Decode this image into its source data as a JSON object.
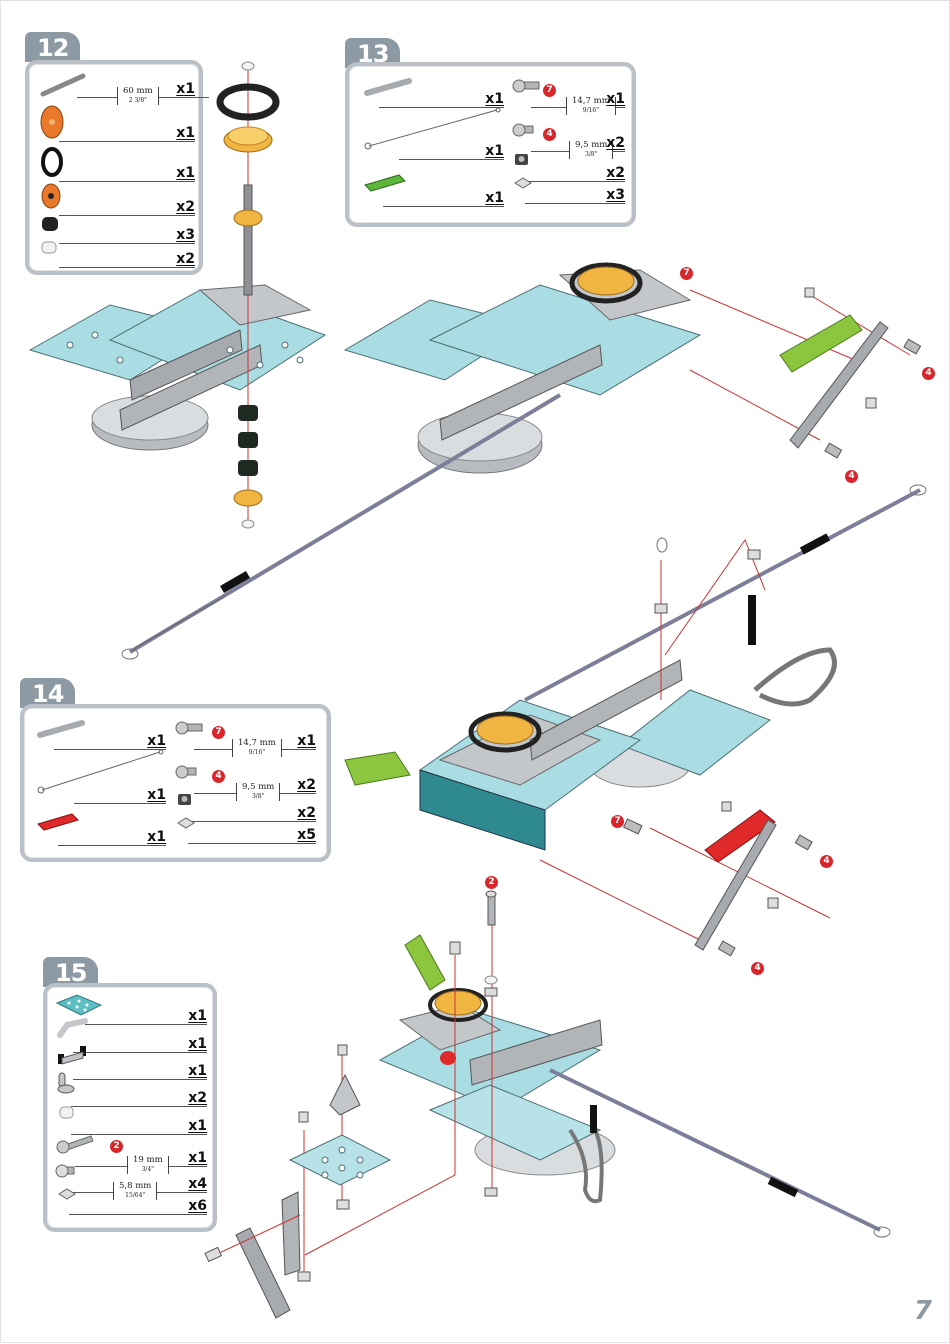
{
  "page_number": "7",
  "colors": {
    "badge": "#8d9aa4",
    "box_border": "#b9c0c6",
    "callout": "#d8262b",
    "plate_blue": "#a9dde3",
    "plate_teal": "#2f8a8f",
    "metal": "#a7abaf",
    "pulley": "#f0b641",
    "green_part": "#8cc63f",
    "red_part": "#e02a2a",
    "guide_line": "#cc3333"
  },
  "steps": [
    {
      "number": "12",
      "parts": [
        {
          "icon": "axle-rod-icon",
          "dimension": "60 mm",
          "dimension_imperial": "2 3/8\"",
          "qty": "x1"
        },
        {
          "icon": "large-pulley-icon",
          "qty": "x1"
        },
        {
          "icon": "rubber-tyre-ring-icon",
          "qty": "x1"
        },
        {
          "icon": "small-pulley-icon",
          "qty": "x2"
        },
        {
          "icon": "black-spacer-icon",
          "qty": "x3"
        },
        {
          "icon": "white-collar-icon",
          "qty": "x2"
        }
      ]
    },
    {
      "number": "13",
      "parts_left": [
        {
          "icon": "flat-strip-icon",
          "qty": "x1"
        },
        {
          "icon": "cable-icon",
          "qty": "x1"
        },
        {
          "icon": "green-connector-icon",
          "qty": "x1"
        }
      ],
      "parts_right": [
        {
          "icon": "bolt-icon",
          "callout": "7",
          "dimension": "14,7 mm",
          "dimension_imperial": "9/16\"",
          "qty": "x1"
        },
        {
          "icon": "bolt-icon",
          "callout": "4",
          "dimension": "9,5 mm",
          "dimension_imperial": "3/8\"",
          "qty": "x2"
        },
        {
          "icon": "lock-nut-icon",
          "qty": "x2"
        },
        {
          "icon": "square-nut-icon",
          "qty": "x3"
        }
      ]
    },
    {
      "number": "14",
      "parts_left": [
        {
          "icon": "flat-strip-icon",
          "qty": "x1"
        },
        {
          "icon": "cable-icon",
          "qty": "x1"
        },
        {
          "icon": "red-connector-icon",
          "qty": "x1"
        }
      ],
      "parts_right": [
        {
          "icon": "bolt-icon",
          "callout": "7",
          "dimension": "14,7 mm",
          "dimension_imperial": "9/16\"",
          "qty": "x1"
        },
        {
          "icon": "bolt-icon",
          "callout": "4",
          "dimension": "9,5 mm",
          "dimension_imperial": "3/8\"",
          "qty": "x2"
        },
        {
          "icon": "lock-nut-icon",
          "qty": "x2"
        },
        {
          "icon": "square-nut-icon",
          "qty": "x5"
        }
      ]
    },
    {
      "number": "15",
      "parts": [
        {
          "icon": "square-plate-icon",
          "qty": "x1"
        },
        {
          "icon": "angled-strip-icon",
          "qty": "x1"
        },
        {
          "icon": "double-bracket-icon",
          "qty": "x1"
        },
        {
          "icon": "angle-bracket-icon",
          "qty": "x2"
        },
        {
          "icon": "white-collar-icon",
          "qty": "x1"
        },
        {
          "icon": "long-bolt-icon",
          "callout": "2",
          "dimension": "19 mm",
          "dimension_imperial": "3/4\"",
          "qty": "x1"
        },
        {
          "icon": "short-bolt-icon",
          "dimension": "5,8 mm",
          "dimension_imperial": "15/64\"",
          "qty": "x4"
        },
        {
          "icon": "square-nut-icon",
          "qty": "x6"
        }
      ]
    }
  ],
  "illustration_callouts": {
    "step13": [
      "7",
      "4",
      "4"
    ],
    "step14": [
      "7",
      "4",
      "4"
    ],
    "step15": [
      "2"
    ]
  }
}
